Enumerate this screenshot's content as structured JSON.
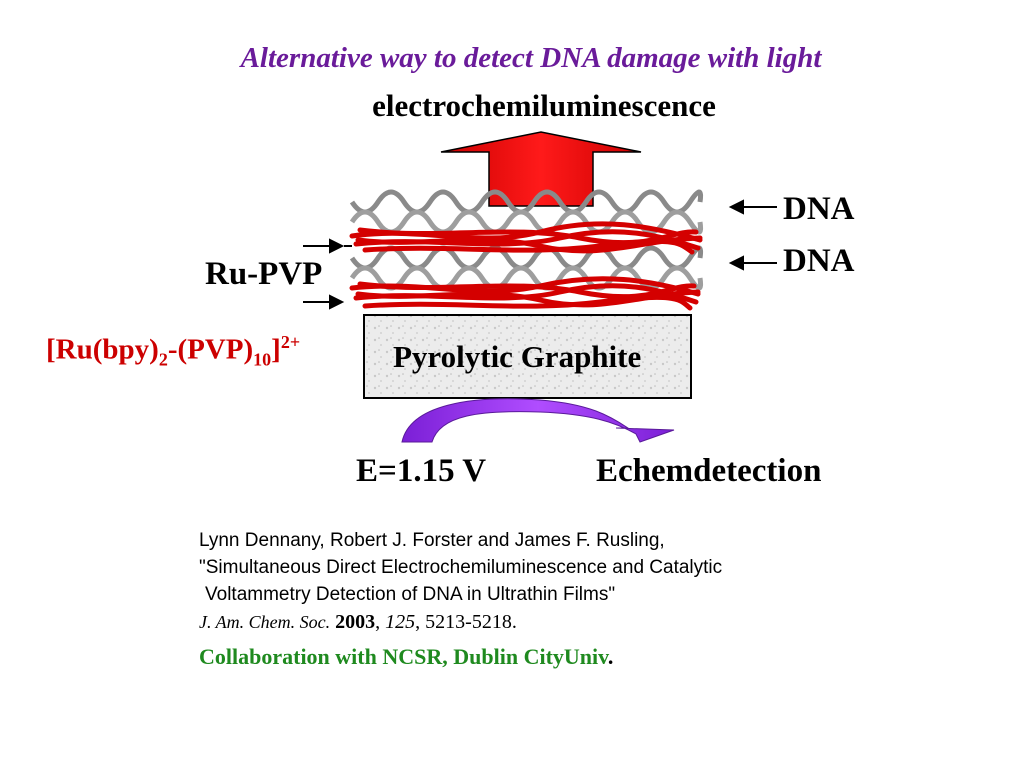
{
  "title": "Alternative way to detect DNA damage with light",
  "subtitle": "electrochemiluminescence",
  "labels": {
    "dna_top": "DNA",
    "dna_bottom": "DNA",
    "ru_pvp": "Ru-PVP",
    "formula": {
      "part1": "[Ru(bpy)",
      "sub1": "2",
      "part2": "-(PVP)",
      "sub2": "10",
      "part3": "]",
      "sup": "2+"
    },
    "graphite": "Pyrolytic Graphite",
    "voltage": "E=1.15 V",
    "detection": "Echemdetection"
  },
  "reference": {
    "line1": "Lynn Dennany, Robert J. Forster and James F. Rusling,",
    "line2": "\"Simultaneous Direct Electrochemiluminescence and Catalytic",
    "line3": "Voltammetry Detection of DNA in Ultrathin Films\"",
    "journal": "J. Am. Chem. Soc.",
    "year": "2003",
    "sep1": ",",
    "volume": "125",
    "pages": ", 5213-5218."
  },
  "collaboration": {
    "text": "Collaboration with NCSR, Dublin City",
    "univ": "Univ",
    "dot": "."
  },
  "colors": {
    "title": "#6a1b9a",
    "arrow_up": "#ff0000",
    "polymer": "#cc0000",
    "formula": "#cc0000",
    "curved_arrow": "#8a2be2",
    "collaboration": "#1f8a1f"
  }
}
